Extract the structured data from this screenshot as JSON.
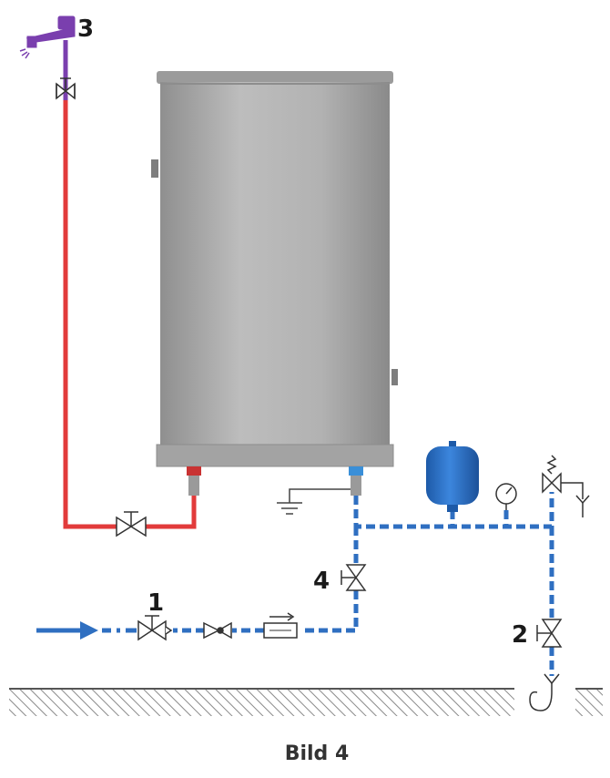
{
  "labels": {
    "tap": "3",
    "inlet_valve": "1",
    "drain_valve": "2",
    "boiler_valve": "4"
  },
  "caption": "Bild 4",
  "colors": {
    "hot_pipe": "#e23b3b",
    "cold_pipe": "#2f6fc1",
    "tap": "#7a3fae",
    "tank_body": "#a8a8a8",
    "expansion_vessel": "#2a6fc7",
    "ground_hatch": "#777777"
  },
  "icons": [
    "faucet-icon",
    "valve-icon",
    "check-valve-icon",
    "filter-icon",
    "expansion-vessel-icon",
    "pressure-gauge-icon",
    "safety-valve-icon",
    "drain-funnel-icon",
    "ground-symbol-icon",
    "flow-arrow-icon"
  ]
}
